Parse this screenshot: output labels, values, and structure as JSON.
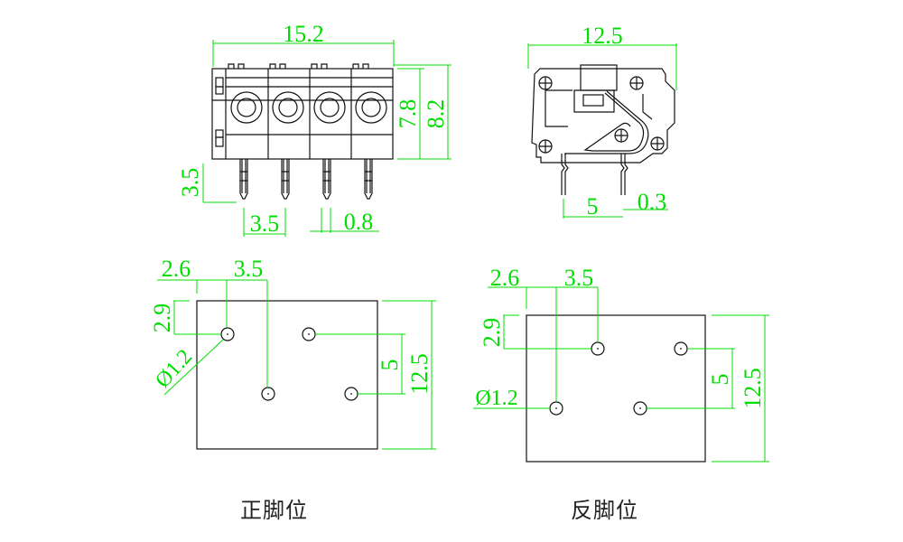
{
  "colors": {
    "dimension": "#00dd00",
    "outline": "#111111"
  },
  "front_view": {
    "width_label": "15.2",
    "height_body_label": "7.8",
    "height_total_label": "8.2",
    "pin_length_label": "3.5",
    "pitch_label": "3.5",
    "pin_width_label": "0.8",
    "positions": 4
  },
  "side_view": {
    "width_label": "12.5",
    "pin_spacing_label": "5",
    "pin_thickness_label": "0.3"
  },
  "footprint_normal": {
    "caption": "正脚位",
    "offset_x_label": "2.6",
    "pitch_label": "3.5",
    "offset_y_label": "2.9",
    "hole_label": "Ø1.2",
    "row_spacing_label": "5",
    "depth_label": "12.5"
  },
  "footprint_reverse": {
    "caption": "反脚位",
    "offset_x_label": "2.6",
    "pitch_label": "3.5",
    "offset_y_label": "2.9",
    "hole_label": "Ø1.2",
    "row_spacing_label": "5",
    "depth_label": "12.5"
  }
}
